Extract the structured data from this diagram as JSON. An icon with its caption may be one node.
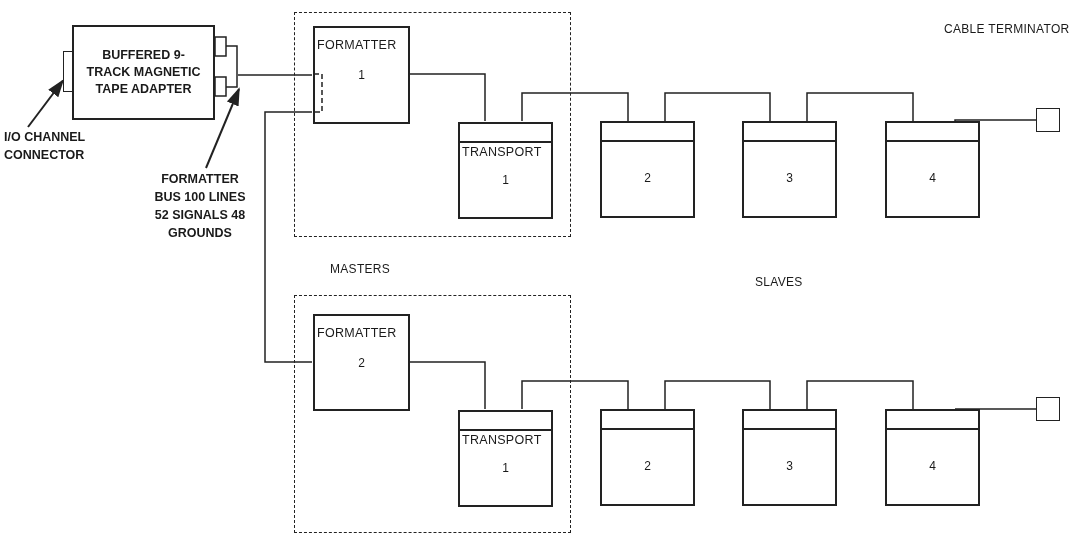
{
  "diagram": {
    "nodes": [
      {
        "text": [
          "BUFFERED 9-TRACK MAGNETIC TAPE ADAPTER"
        ]
      },
      {
        "text": [],
        "shape": "box"
      },
      {
        "text": [
          "I/O CHANNEL CONNECTOR"
        ]
      },
      {
        "text": [
          "FORMATTER BUS 100 LINES 52 SIGNALS 48 GROUNDS"
        ]
      },
      {
        "text": [],
        "shape": "box"
      },
      {
        "text": [
          "FORMATTER",
          "1"
        ],
        "in": 4
      },
      {
        "text": [
          "TRANSPORT",
          "1"
        ],
        "in": 4
      },
      {
        "text": [
          "2"
        ]
      },
      {
        "text": [
          "3"
        ]
      },
      {
        "text": [
          "4"
        ]
      },
      {
        "text": [],
        "shape": "box"
      },
      {
        "text": [],
        "shape": "box"
      },
      {
        "text": [
          "FORMATTER",
          "2"
        ],
        "in": 11
      },
      {
        "text": [
          "TRANSPORT",
          "1"
        ],
        "in": 11
      },
      {
        "text": [
          "2"
        ]
      },
      {
        "text": [
          "3"
        ]
      },
      {
        "text": [
          "4"
        ]
      },
      {
        "text": [],
        "shape": "box"
      }
    ],
    "edges": [
      {
        "from": 2,
        "to": 1,
        "arrow": "to"
      },
      {
        "from": 3,
        "to": 0,
        "arrow": "to"
      },
      {
        "from": 0,
        "to": 5,
        "arrow": "none"
      },
      {
        "from": 5,
        "to": 12,
        "arrow": "none"
      },
      {
        "from": 5,
        "to": 6,
        "arrow": "none"
      },
      {
        "from": 6,
        "to": 7,
        "arrow": "none"
      },
      {
        "from": 7,
        "to": 8,
        "arrow": "none"
      },
      {
        "from": 8,
        "to": 9,
        "arrow": "none"
      },
      {
        "from": 9,
        "to": 10,
        "arrow": "none"
      },
      {
        "from": 12,
        "to": 13,
        "arrow": "none"
      },
      {
        "from": 13,
        "to": 14,
        "arrow": "none"
      },
      {
        "from": 14,
        "to": 15,
        "arrow": "none"
      },
      {
        "from": 15,
        "to": 16,
        "arrow": "none"
      },
      {
        "from": 16,
        "to": 17,
        "arrow": "none"
      }
    ],
    "labels": [
      "CABLE TERMINATOR",
      "MASTERS",
      "SLAVES"
    ]
  }
}
